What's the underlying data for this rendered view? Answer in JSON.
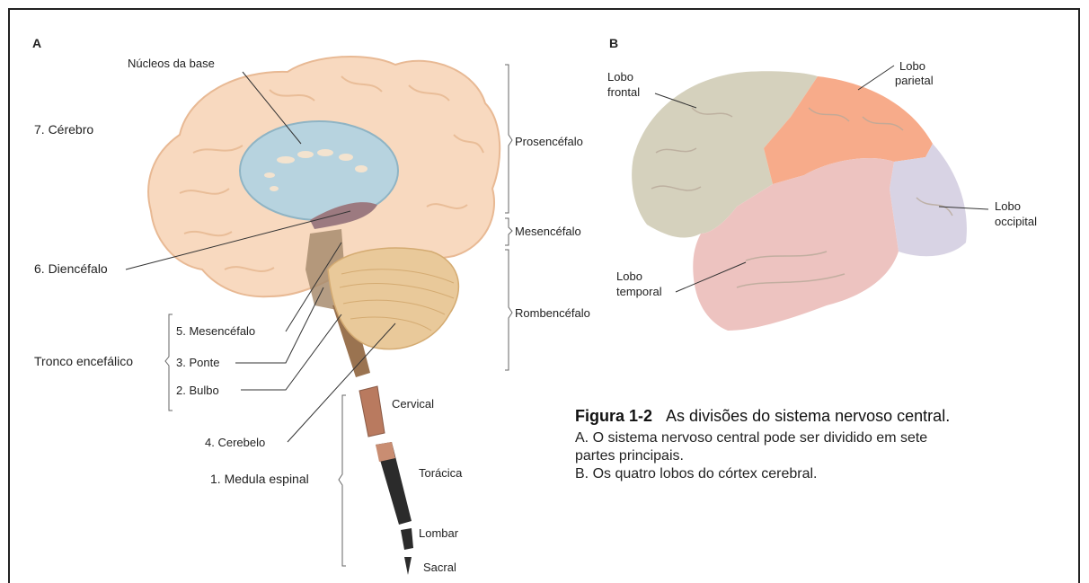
{
  "panels": {
    "a": "A",
    "b": "B"
  },
  "labels_a": {
    "nucleos_base": "Núcleos da base",
    "cerebro": "7. Cérebro",
    "diencefalo": "6. Diencéfalo",
    "mesencefalo": "5. Mesencéfalo",
    "ponte": "3. Ponte",
    "bulbo": "2. Bulbo",
    "cerebelo": "4. Cerebelo",
    "tronco": "Tronco encefálico",
    "medula": "1. Medula espinal",
    "cervical": "Cervical",
    "toracica": "Torácica",
    "lombar": "Lombar",
    "sacral": "Sacral",
    "prosencefalo": "Prosencéfalo",
    "mesencefalo_div": "Mesencéfalo",
    "rombencefalo": "Rombencéfalo"
  },
  "labels_b": {
    "frontal_1": "Lobo",
    "frontal_2": "frontal",
    "parietal_1": "Lobo",
    "parietal_2": "parietal",
    "occipital_1": "Lobo",
    "occipital_2": "occipital",
    "temporal_1": "Lobo",
    "temporal_2": "temporal"
  },
  "caption": {
    "figure_number": "Figura 1-2",
    "title": "As divisões do sistema nervoso central.",
    "a_key": "A.",
    "a_text": "O sistema nervoso central pode ser dividido em sete",
    "a_text2": "partes principais.",
    "b_key": "B.",
    "b_text": "Os quatro lobos do córtex cerebral."
  },
  "colors": {
    "cortex": "#f8d9bf",
    "cortex_outline": "#e8b994",
    "basal_ganglia": "#b7d3df",
    "cerebellum": "#e9c99a",
    "brainstem": "#a88c6e",
    "spinal_cord": "#2b2b2b",
    "cervical": "#b97a5f",
    "lobe_frontal": "#d5d1bd",
    "lobe_parietal": "#f7ab8a",
    "lobe_temporal": "#edc3c0",
    "lobe_occipital": "#d8d3e4"
  }
}
